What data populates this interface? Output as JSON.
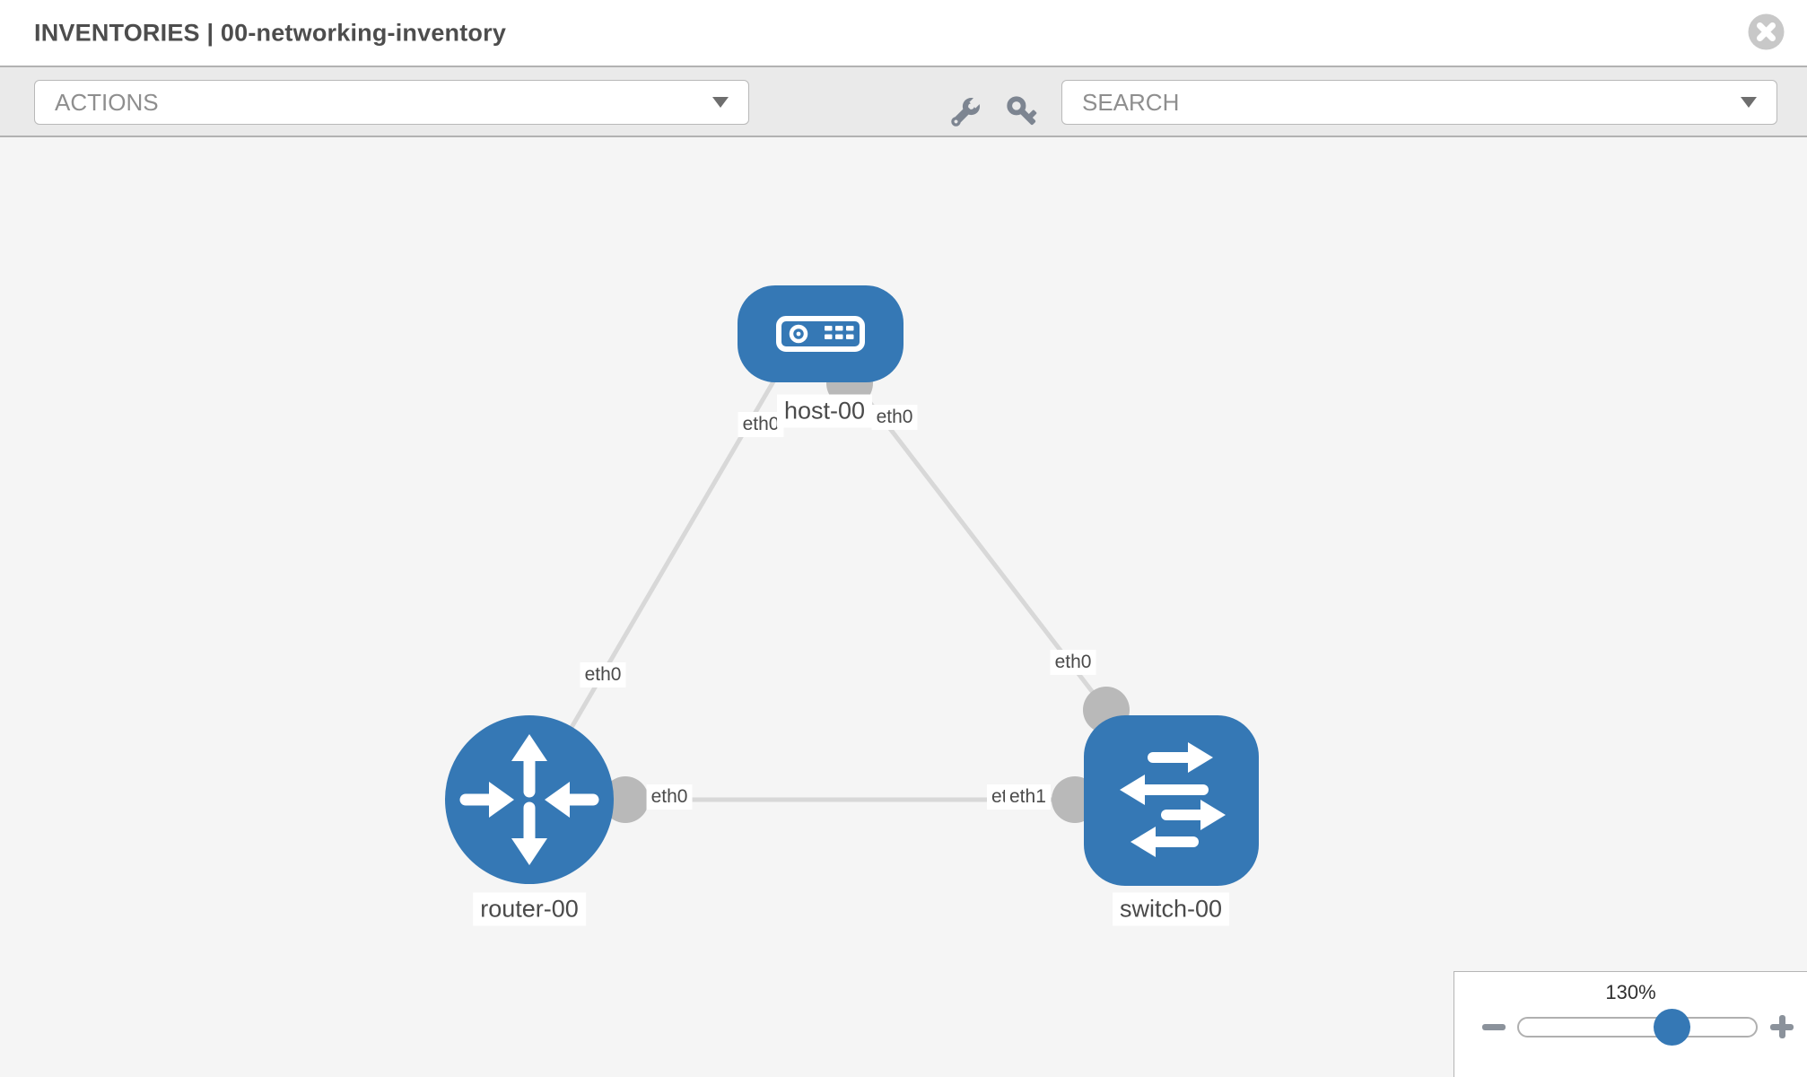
{
  "header": {
    "title": "INVENTORIES | 00-networking-inventory",
    "close_icon": "close-circle-icon"
  },
  "toolbar": {
    "actions_label": "ACTIONS",
    "search_label": "SEARCH",
    "icons": {
      "wrench": "wrench-icon",
      "key": "key-icon",
      "dropdown_caret": "chevron-down-icon"
    }
  },
  "topology": {
    "nodes": [
      {
        "label": "host-00",
        "type": "host",
        "icon": "host-icon"
      },
      {
        "label": "router-00",
        "type": "router",
        "icon": "router-icon"
      },
      {
        "label": "switch-00",
        "type": "switch",
        "icon": "switch-icon"
      }
    ],
    "interface_labels": [
      {
        "text": "eth0",
        "near": "host-00 left"
      },
      {
        "text": "eth0",
        "near": "host-00 right"
      },
      {
        "text": "eth0",
        "near": "router-00 uplink"
      },
      {
        "text": "eth0",
        "near": "switch-00 uplink"
      },
      {
        "text": "eth0",
        "near": "router-00 right port"
      },
      {
        "text": "eth0",
        "near": "switch-00 left port (partially covered)"
      },
      {
        "text": "eth1",
        "near": "switch-00 left port"
      }
    ],
    "links": [
      {
        "from": "host-00",
        "to": "router-00"
      },
      {
        "from": "host-00",
        "to": "switch-00"
      },
      {
        "from": "router-00",
        "to": "switch-00"
      }
    ]
  },
  "zoom_control": {
    "level": "130%",
    "minus_icon": "minus-icon",
    "plus_icon": "plus-icon"
  },
  "colors": {
    "node_blue": "#3578b5",
    "port_gray": "#b9b9b9",
    "link_gray": "#d8d8d8",
    "toolbar_gray": "#eaeaea",
    "canvas_gray": "#f5f5f5",
    "icon_gray": "#7d8591",
    "text_dark": "#4a4a4a"
  }
}
